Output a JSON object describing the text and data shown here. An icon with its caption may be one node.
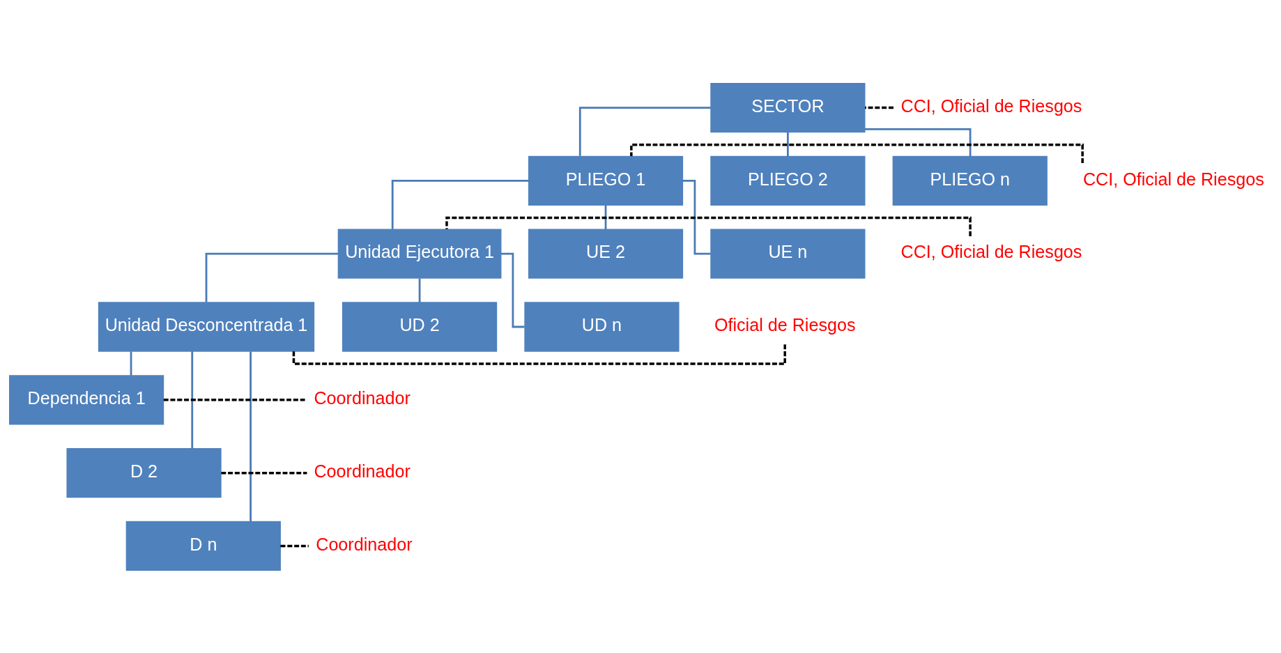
{
  "diagram": {
    "nodes": [
      {
        "text": [
          "SECTOR"
        ]
      },
      {
        "text": [
          "PLIEGO 1"
        ]
      },
      {
        "text": [
          "PLIEGO 2"
        ]
      },
      {
        "text": [
          "PLIEGO n"
        ]
      },
      {
        "text": [
          "Unidad Ejecutora 1"
        ]
      },
      {
        "text": [
          "UE 2"
        ]
      },
      {
        "text": [
          "UE n"
        ]
      },
      {
        "text": [
          "Unidad Desconcentrada 1"
        ]
      },
      {
        "text": [
          "UD 2"
        ]
      },
      {
        "text": [
          "UD n"
        ]
      },
      {
        "text": [
          "Dependencia 1"
        ]
      },
      {
        "text": [
          "D 2"
        ]
      },
      {
        "text": [
          "D n"
        ]
      },
      {
        "text": [
          "CCI, Oficial de Riesgos"
        ]
      },
      {
        "text": [
          "CCI, Oficial de Riesgos"
        ]
      },
      {
        "text": [
          "CCI, Oficial de Riesgos"
        ]
      },
      {
        "text": [
          "Oficial de Riesgos"
        ]
      },
      {
        "text": [
          "Coordinador"
        ]
      },
      {
        "text": [
          "Coordinador"
        ]
      },
      {
        "text": [
          "Coordinador"
        ]
      }
    ],
    "edges": [
      {
        "from": 0,
        "to": 1,
        "arrow": "none"
      },
      {
        "from": 0,
        "to": 2,
        "arrow": "none"
      },
      {
        "from": 0,
        "to": 3,
        "arrow": "none"
      },
      {
        "from": 1,
        "to": 4,
        "arrow": "none"
      },
      {
        "from": 1,
        "to": 5,
        "arrow": "none"
      },
      {
        "from": 1,
        "to": 6,
        "arrow": "none"
      },
      {
        "from": 4,
        "to": 7,
        "arrow": "none"
      },
      {
        "from": 4,
        "to": 8,
        "arrow": "none"
      },
      {
        "from": 4,
        "to": 9,
        "arrow": "none"
      },
      {
        "from": 7,
        "to": 10,
        "arrow": "none"
      },
      {
        "from": 7,
        "to": 11,
        "arrow": "none"
      },
      {
        "from": 7,
        "to": 12,
        "arrow": "none"
      },
      {
        "from": 13,
        "to": 0,
        "arrow": "none",
        "style": "dashed",
        "color": "#000000"
      },
      {
        "from": 14,
        "to": 1,
        "arrow": "none",
        "style": "dashed",
        "color": "#000000"
      },
      {
        "from": 15,
        "to": 4,
        "arrow": "none",
        "style": "dashed",
        "color": "#000000"
      },
      {
        "from": 16,
        "to": 7,
        "arrow": "none",
        "style": "dashed",
        "color": "#000000"
      },
      {
        "from": 10,
        "to": 17,
        "arrow": "none",
        "style": "dashed",
        "color": "#000000"
      },
      {
        "from": 11,
        "to": 18,
        "arrow": "none",
        "style": "dashed",
        "color": "#000000"
      },
      {
        "from": 12,
        "to": 19,
        "arrow": "none",
        "style": "dashed",
        "color": "#000000"
      }
    ]
  }
}
